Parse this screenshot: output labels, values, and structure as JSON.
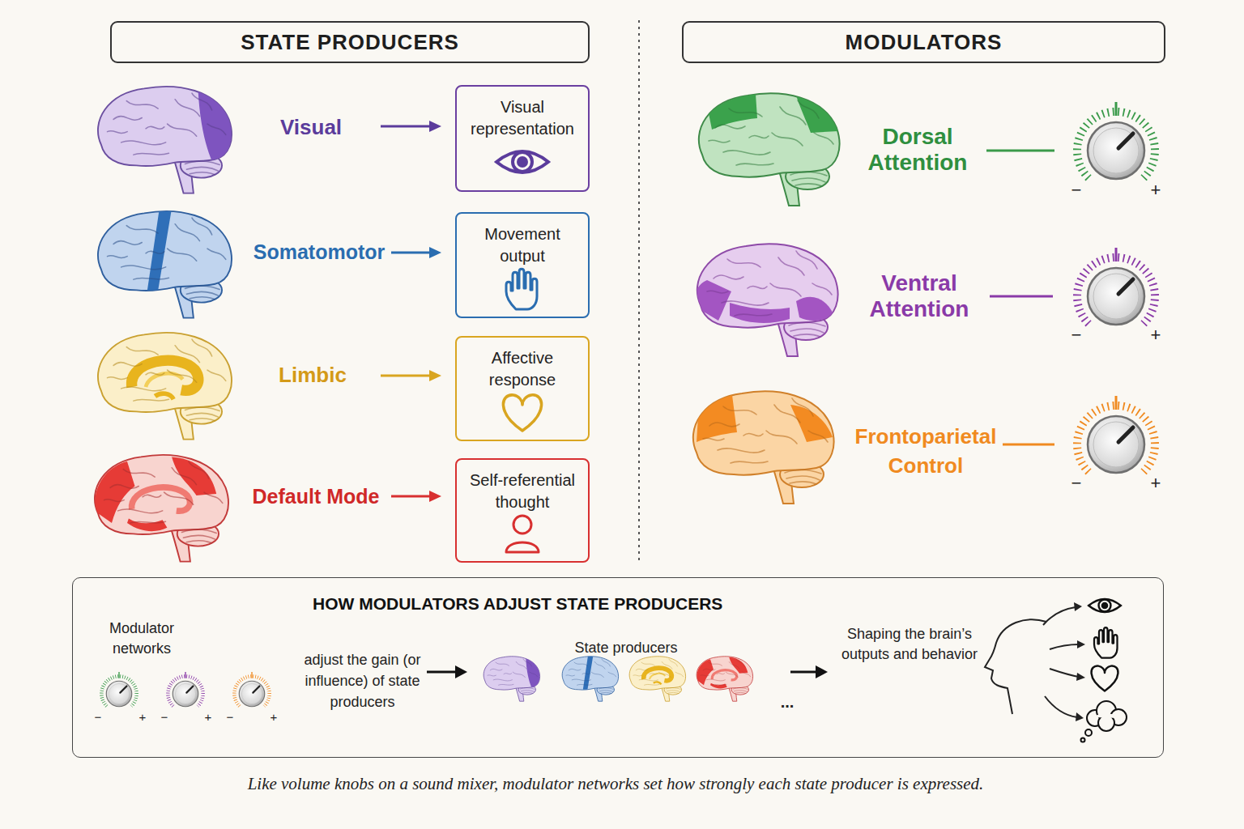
{
  "diagram": {
    "caption": "Like volume knobs on a sound mixer, modulator networks set how strongly each state producer is expressed.",
    "nodes": [
      {
        "text": [
          "STATE PRODUCERS"
        ]
      },
      {
        "text": [
          "MODULATORS"
        ]
      },
      {
        "text": [
          "Visual representation"
        ]
      },
      {
        "text": [
          "Movement output"
        ]
      },
      {
        "text": [
          "Affective response"
        ]
      },
      {
        "text": [
          "Self-referential thought"
        ]
      },
      {
        "text": [
          "HOW MODULATORS ADJUST STATE PRODUCERS",
          "Modulator networks",
          "adjust the gain (or influence) of state producers",
          "State producers",
          "...",
          "Shaping the brain’s outputs and behavior"
        ]
      }
    ],
    "labels": [
      "Visual",
      "Somatomotor",
      "Limbic",
      "Default Mode",
      "Dorsal Attention",
      "Ventral Attention",
      "Frontoparietal Control",
      "−",
      "+",
      "−",
      "+",
      "−",
      "+",
      "−",
      "+",
      "−",
      "+",
      "−",
      "+"
    ]
  }
}
